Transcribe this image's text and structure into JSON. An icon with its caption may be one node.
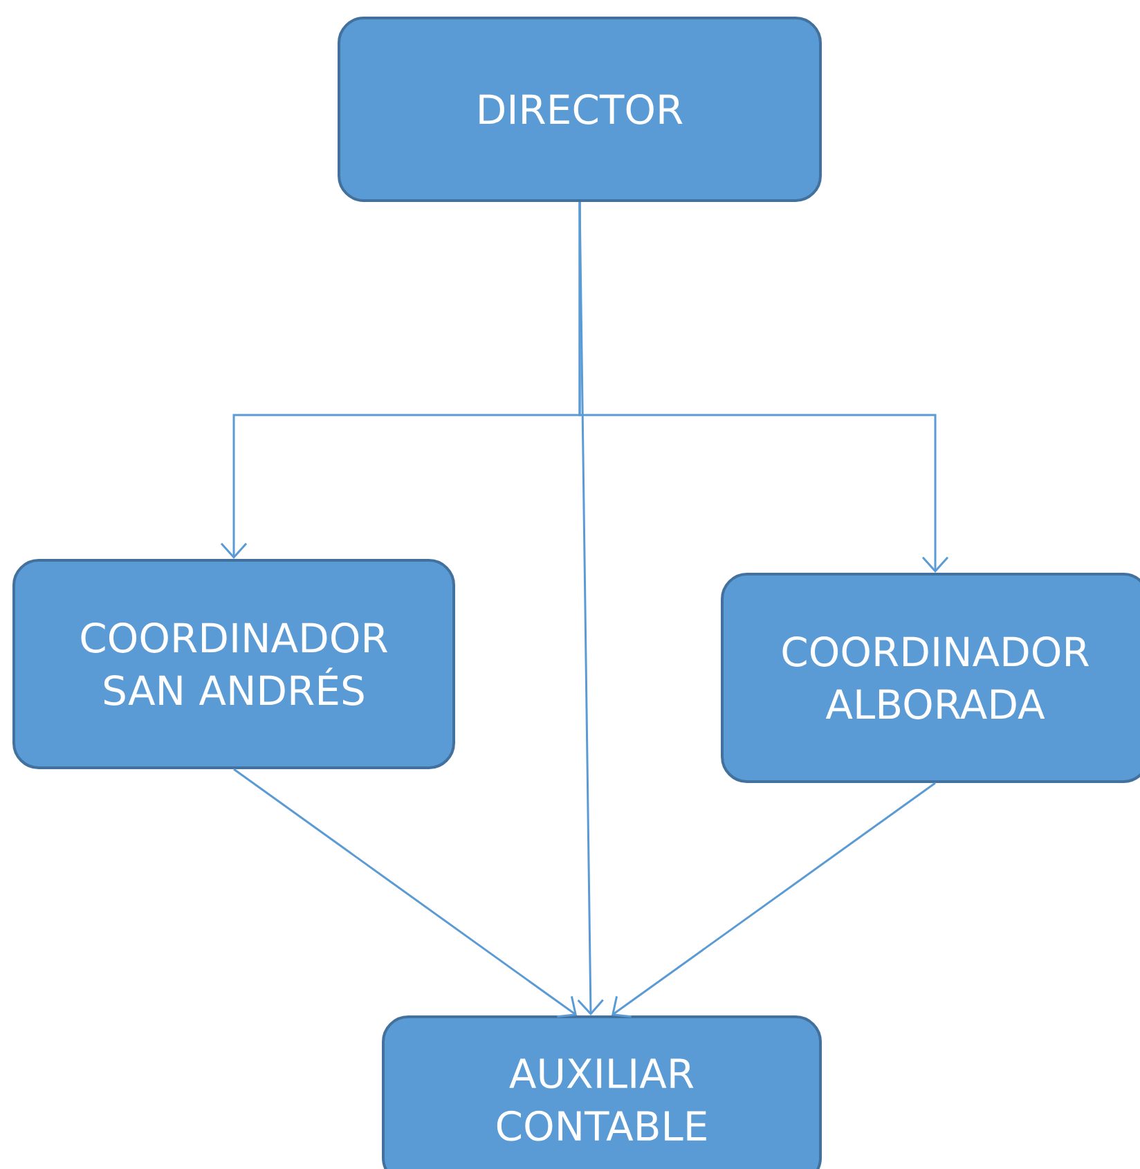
{
  "diagram": {
    "nodes": [
      {
        "text": [
          "DIRECTOR"
        ]
      },
      {
        "text": [
          "COORDINADOR SAN ANDRÉS"
        ]
      },
      {
        "text": [
          "COORDINADOR ALBORADA"
        ]
      },
      {
        "text": [
          "AUXILIAR CONTABLE"
        ]
      }
    ],
    "edges": [
      {
        "from": 0,
        "to": 1,
        "arrow": "to"
      },
      {
        "from": 0,
        "to": 2,
        "arrow": "to"
      },
      {
        "from": 0,
        "to": 3,
        "arrow": "to"
      },
      {
        "from": 1,
        "to": 3,
        "arrow": "to"
      },
      {
        "from": 2,
        "to": 3,
        "arrow": "to"
      }
    ]
  }
}
